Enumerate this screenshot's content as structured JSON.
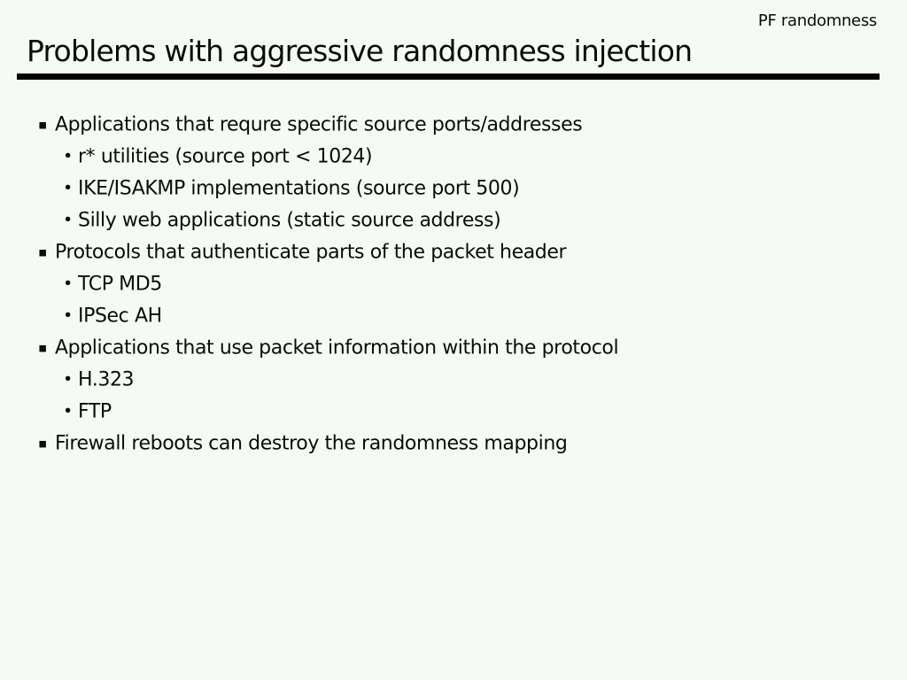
{
  "slide": {
    "corner_label": "PF randomness",
    "title": "Problems with aggressive randomness injection",
    "markers": {
      "level1": "▪",
      "level2": "•"
    },
    "bullets": [
      {
        "level": 1,
        "text": "Applications that requre specific source ports/addresses"
      },
      {
        "level": 2,
        "text": "r* utilities (source port < 1024)"
      },
      {
        "level": 2,
        "text": "IKE/ISAKMP implementations (source port 500)"
      },
      {
        "level": 2,
        "text": "Silly web applications (static source address)"
      },
      {
        "level": 1,
        "text": "Protocols that authenticate parts of the packet header"
      },
      {
        "level": 2,
        "text": "TCP MD5"
      },
      {
        "level": 2,
        "text": "IPSec AH"
      },
      {
        "level": 1,
        "text": "Applications that use packet information within the protocol"
      },
      {
        "level": 2,
        "text": "H.323"
      },
      {
        "level": 2,
        "text": "FTP"
      },
      {
        "level": 1,
        "text": "Firewall reboots can destroy the randomness mapping"
      }
    ],
    "colors": {
      "background": "#f6faf4",
      "text": "#0b0b0b",
      "rule": "#000000"
    }
  }
}
